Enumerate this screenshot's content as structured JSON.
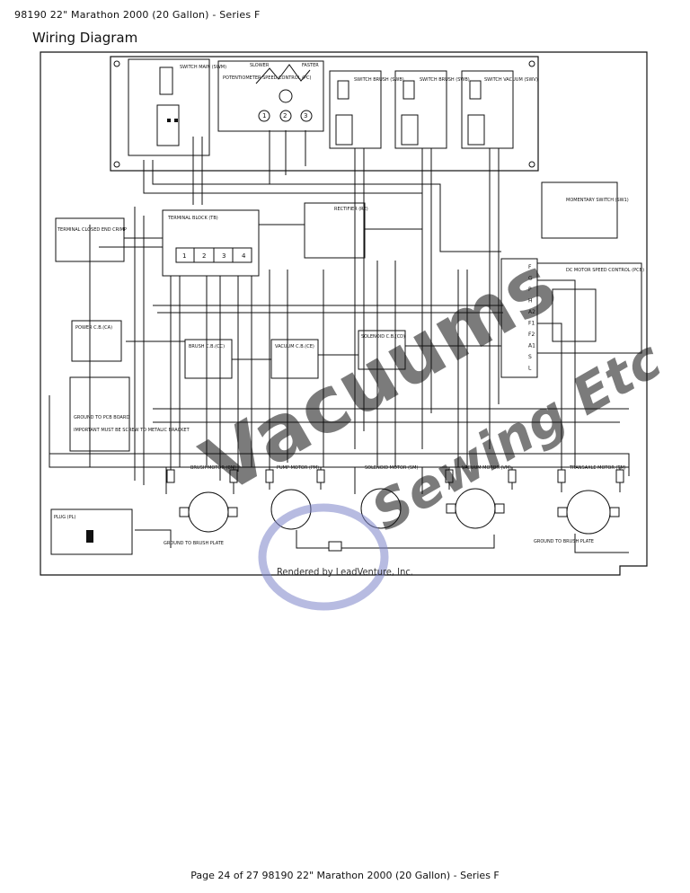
{
  "header": {
    "text": "98190 22\" Marathon 2000 (20 Gallon) - Series F"
  },
  "page_title": "Wiring Diagram",
  "credit": "Rendered by LeadVenture, Inc.",
  "footer": "Page 24 of 27 98190 22\" Marathon 2000 (20 Gallon) - Series F",
  "watermark": {
    "text1": "Vacuums",
    "text2": "Sewing Etc"
  },
  "labels": {
    "switch_main": "SWITCH MAIN (SWM)",
    "potentiometer": "POTENTIOMETER SPEED CONTROL (PC)",
    "slower": "SLOWER",
    "faster": "FASTER",
    "switch_brush1": "SWITCH BRUSH (SWB)",
    "switch_brush2": "SWITCH BRUSH (SWB)",
    "switch_vacuum": "SWITCH VACUUM (SWV)",
    "momentary_switch": "MOMENTARY SWITCH (SW1)",
    "terminal_closed": "TERMINAL CLOSED END CRIMP",
    "terminal_block": "TERMINAL BLOCK (TB)",
    "rectifier": "RECTIFIER (RE)",
    "dc_motor_speed_control": "DC MOTOR SPEED CONTROL (PCB)",
    "power_cb": "POWER C.B.(CA)",
    "brush_cb": "BRUSH C.B.(CC)",
    "vacuum_cb": "VACUUM C.B.(CE)",
    "solenoid_cb": "SOLENOID C.B.(CD)",
    "ground_pcb": "GROUND TO PCB BOARD",
    "important": "IMPORTANT MUST BE SCREW TO METALIC BRACKET",
    "brush_motor": "BRUSH MOTOR (BM)",
    "pump_motor": "PUMP MOTOR (PM)",
    "solenoid_motor": "SOLENOID MOTOR (SM)",
    "vacuum_motor": "VACUUM MOTOR (VM)",
    "transaxle_motor": "TRANSAXLE MOTOR (TM)",
    "plug": "PLUG (PL)",
    "ground_brush_plate1": "GROUND TO BRUSH PLATE",
    "ground_brush_plate2": "GROUND TO BRUSH PLATE",
    "tb_nums": [
      "1",
      "2",
      "3",
      "4"
    ],
    "pcb_terms": [
      "F",
      "G",
      "P",
      "H",
      "A2",
      "F1",
      "F2",
      "A1",
      "S",
      "L"
    ],
    "pot_nums": [
      "1",
      "2",
      "3"
    ]
  }
}
